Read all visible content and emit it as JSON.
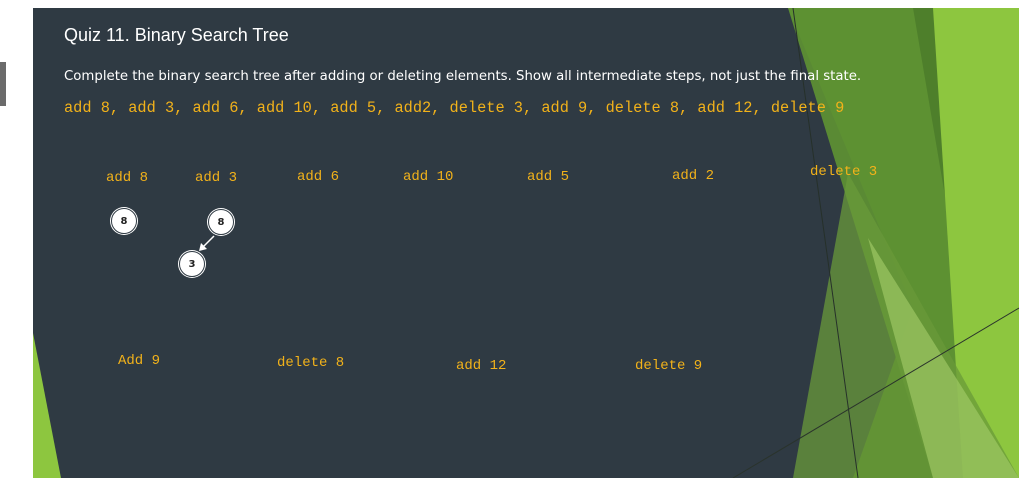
{
  "slide": {
    "title": "Quiz 11. Binary Search Tree",
    "instructions": "Complete the binary search tree after adding or deleting elements. Show all intermediate steps, not just the final state.",
    "operations": "add 8, add 3, add 6, add 10, add 5, add2, delete 3, add 9, delete 8, add 12, delete 9"
  },
  "steps_row1": [
    "add 8",
    "add 3",
    "add 6",
    "add 10",
    "add 5",
    "add 2",
    "delete 3"
  ],
  "steps_row2": [
    "Add 9",
    "delete 8",
    "add 12",
    "delete 9"
  ],
  "trees": {
    "add8": {
      "root": "8"
    },
    "add3": {
      "root": "8",
      "left": "3"
    }
  },
  "colors": {
    "background": "#2f3a43",
    "accent": "#f2b21a",
    "text": "#ffffff",
    "green_dark": "#4b7a2a",
    "green_light": "#8dc63f"
  }
}
